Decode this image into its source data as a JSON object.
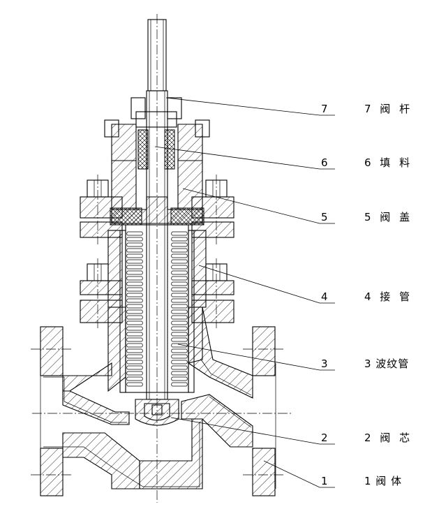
{
  "callouts": [
    {
      "number": "7",
      "label": "7 阀 杆"
    },
    {
      "number": "6",
      "label": "6 填 料"
    },
    {
      "number": "5",
      "label": "5 阀 盖"
    },
    {
      "number": "4",
      "label": "4 接 管"
    },
    {
      "number": "3",
      "label": "3 波纹管"
    },
    {
      "number": "2",
      "label": "2 阀 芯"
    },
    {
      "number": "1",
      "label": "1 阀 体"
    }
  ]
}
